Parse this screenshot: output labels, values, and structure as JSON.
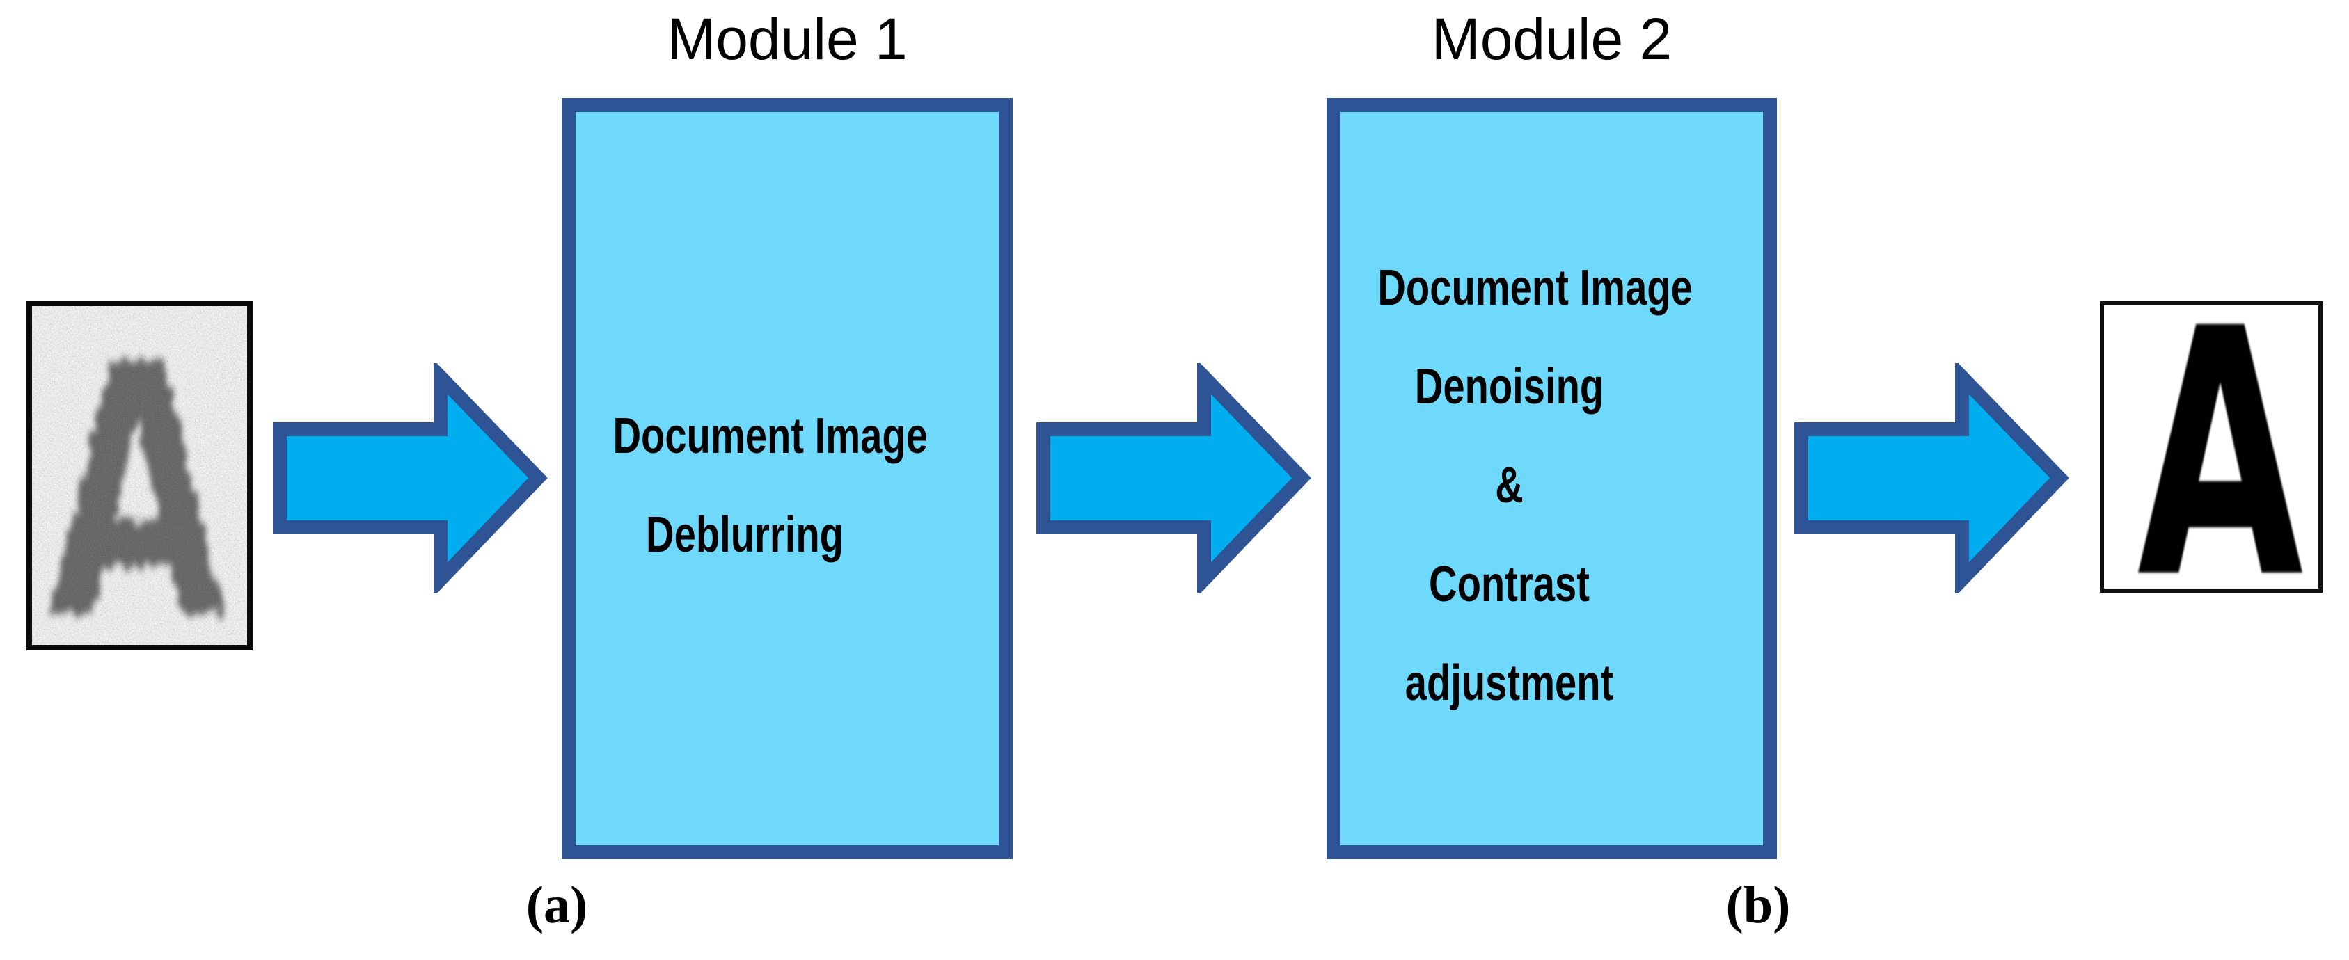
{
  "figure": {
    "module1": {
      "title": "Module 1",
      "lines": [
        "Document Image",
        "Deblurring"
      ],
      "caption": "(a)"
    },
    "module2": {
      "title": "Module 2",
      "lines": [
        "Document Image",
        "Denoising",
        "&",
        "Contrast",
        "adjustment"
      ],
      "caption": "(b)"
    },
    "input_image": {
      "letter": "A",
      "description": "noisy blurred letter A"
    },
    "output_image": {
      "letter": "A",
      "description": "clean restored letter A"
    },
    "colors": {
      "box_fill": "#6FD9FB",
      "box_border": "#2F5496",
      "arrow_fill": "#00AEEF",
      "arrow_border": "#2F5496",
      "background": "#FFFFFF",
      "text": "#000000"
    }
  }
}
